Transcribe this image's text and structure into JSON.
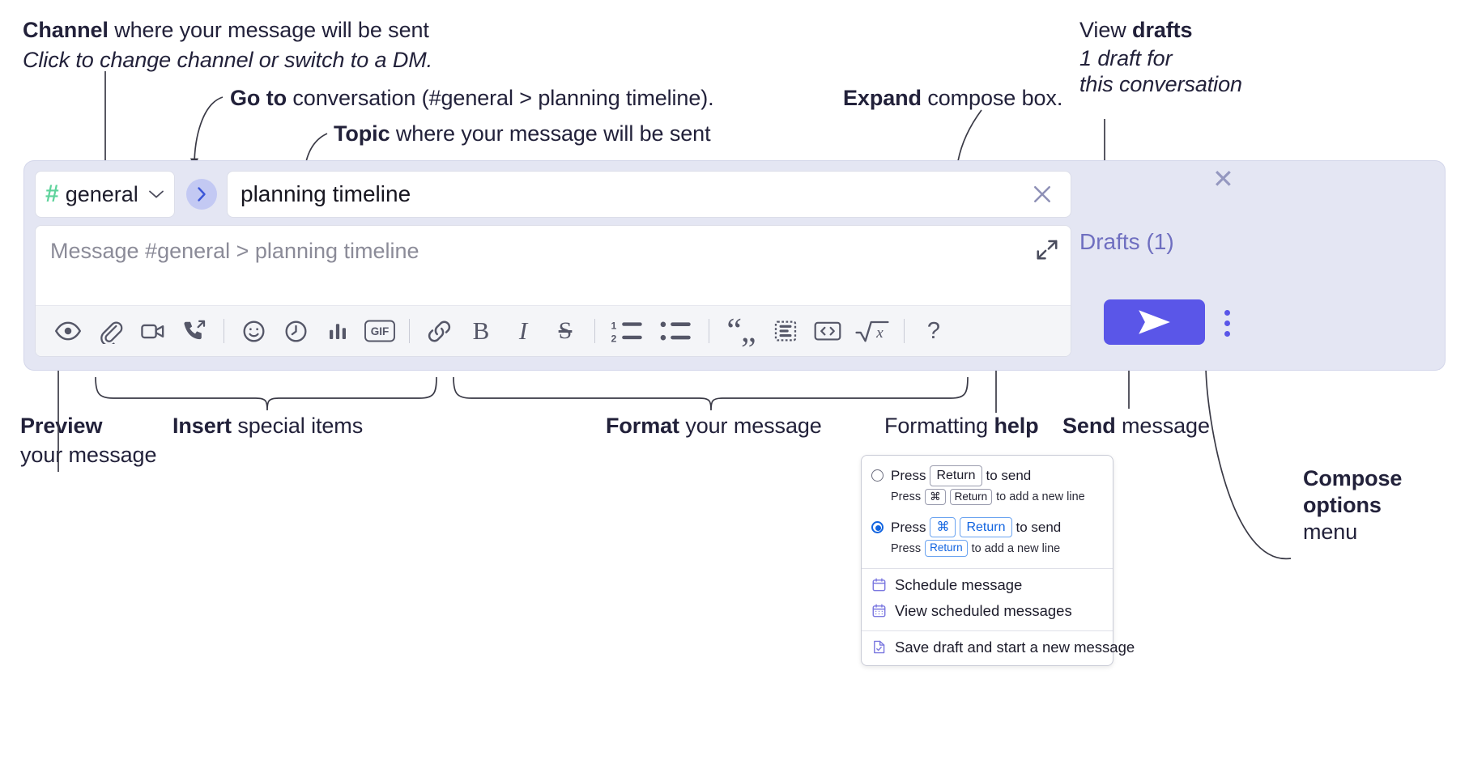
{
  "annotations": {
    "channel": {
      "bold": "Channel",
      "rest": " where your message will be sent",
      "italic": "Click to change channel or switch to a DM."
    },
    "goto": {
      "bold": "Go to",
      "rest": " conversation (#general > planning timeline)."
    },
    "topic": {
      "bold": "Topic",
      "rest": " where your message will be sent"
    },
    "expand": {
      "bold": "Expand",
      "rest": " compose box."
    },
    "drafts": {
      "bold_lead": "View ",
      "bold": "drafts",
      "italic1": "1 draft for",
      "italic2": "this conversation"
    },
    "preview": {
      "bold": "Preview",
      "rest": "your message"
    },
    "insert": {
      "bold": "Insert",
      "rest": " special items"
    },
    "format": {
      "bold": "Format",
      "rest": " your message"
    },
    "help": {
      "lead": "Formatting ",
      "bold": "help"
    },
    "send": {
      "bold": "Send",
      "rest": " message"
    },
    "compose_options": {
      "bold1": "Compose",
      "bold2": "options",
      "rest": "menu"
    }
  },
  "compose": {
    "channel_name": "general",
    "hash_symbol": "#",
    "chevron": "⌄",
    "goto_chevron": "›",
    "topic_value": "planning timeline",
    "topic_clear": "✕",
    "message_placeholder": "Message #general > planning timeline",
    "drafts_label": "Drafts (1)",
    "panel_close": "✕",
    "gif_label": "GIF",
    "bold_label": "B",
    "italic_label": "I",
    "strike_label": "S",
    "help_label": "?",
    "toolbar": [
      {
        "name": "preview-icon",
        "title": "Preview"
      },
      {
        "name": "attachment-icon",
        "title": "Attach"
      },
      {
        "name": "video-icon",
        "title": "Video clip"
      },
      {
        "name": "audio-call-icon",
        "title": "Audio clip"
      },
      {
        "name": "separator",
        "title": ""
      },
      {
        "name": "emoji-icon",
        "title": "Emoji"
      },
      {
        "name": "clock-icon",
        "title": "Reminder"
      },
      {
        "name": "poll-icon",
        "title": "Poll"
      },
      {
        "name": "gif-icon",
        "title": "GIF"
      },
      {
        "name": "separator",
        "title": ""
      },
      {
        "name": "link-icon",
        "title": "Link"
      },
      {
        "name": "bold-icon",
        "title": "Bold"
      },
      {
        "name": "italic-icon",
        "title": "Italic"
      },
      {
        "name": "strikethrough-icon",
        "title": "Strikethrough"
      },
      {
        "name": "separator",
        "title": ""
      },
      {
        "name": "ordered-list-icon",
        "title": "Ordered list"
      },
      {
        "name": "bulleted-list-icon",
        "title": "Bulleted list"
      },
      {
        "name": "separator",
        "title": ""
      },
      {
        "name": "blockquote-icon",
        "title": "Blockquote"
      },
      {
        "name": "code-block-icon",
        "title": "Code block"
      },
      {
        "name": "code-icon",
        "title": "Code"
      },
      {
        "name": "math-icon",
        "title": "Math"
      },
      {
        "name": "separator",
        "title": ""
      },
      {
        "name": "help-icon",
        "title": "Formatting help"
      }
    ]
  },
  "menu": {
    "option1": {
      "lead": "Press",
      "key": "Return",
      "tail": "to send",
      "sub_lead": "Press",
      "sub_key1": "⌘",
      "sub_key2": "Return",
      "sub_tail": "to add a new line",
      "selected": false
    },
    "option2": {
      "lead": "Press",
      "key1": "⌘",
      "key2": "Return",
      "tail": "to send",
      "sub_lead": "Press",
      "sub_key": "Return",
      "sub_tail": "to add a new line",
      "selected": true
    },
    "items": [
      {
        "icon": "calendar-schedule-icon",
        "label": "Schedule message"
      },
      {
        "icon": "calendar-view-icon",
        "label": "View scheduled messages"
      },
      {
        "icon": "save-draft-icon",
        "label": "Save draft and start a new message"
      }
    ]
  },
  "colors": {
    "panel_bg": "#e4e6f3",
    "send_purple": "#5a56e8",
    "hash_green": "#5fd39c",
    "goto_blue": "#3b56d8",
    "drafts_purple": "#6f6fc0",
    "menu_icon_purple": "#7b78e0",
    "key_blue": "#1264e0"
  }
}
